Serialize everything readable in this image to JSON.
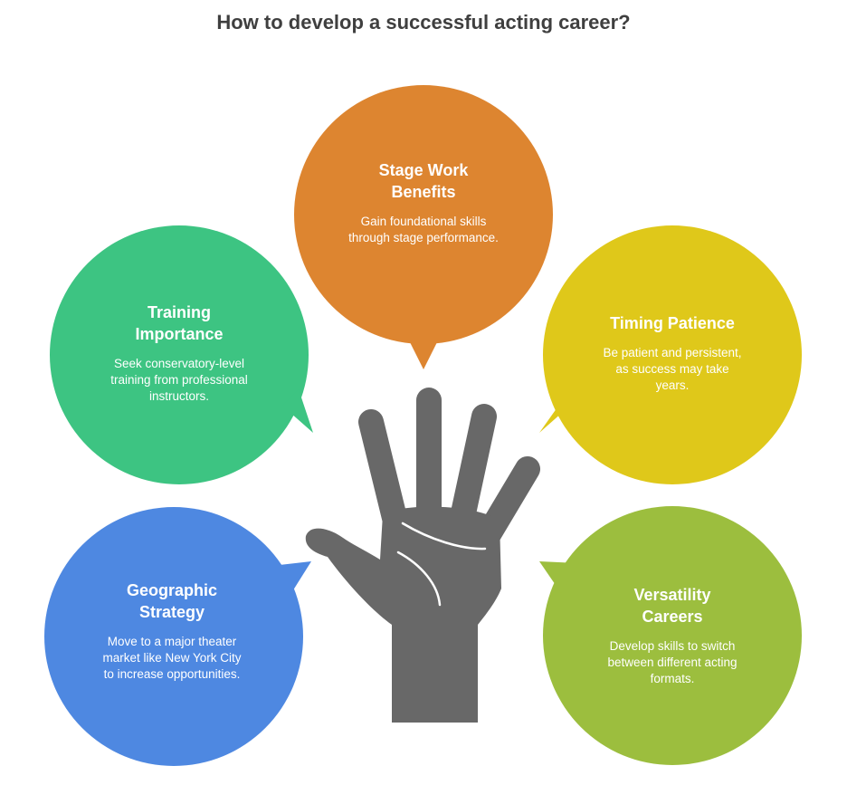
{
  "title": "How to develop a successful acting career?",
  "colors": {
    "stage": "#dd8530",
    "training": "#3dc482",
    "timing": "#dfc81a",
    "geographic": "#4e88e1",
    "versatility": "#9cbe3e",
    "hand": "#686868"
  },
  "bubbles": {
    "stage": {
      "heading": "Stage Work Benefits",
      "text": "Gain foundational skills through stage performance."
    },
    "training": {
      "heading": "Training Importance",
      "text": "Seek conservatory-level training from professional instructors."
    },
    "timing": {
      "heading": "Timing Patience",
      "text": "Be patient and persistent, as success may take years."
    },
    "geographic": {
      "heading": "Geographic Strategy",
      "text": "Move to a major theater market like New York City to increase opportunities."
    },
    "versatility": {
      "heading": "Versatility Careers",
      "text": "Develop skills to switch between different acting formats."
    }
  },
  "center_icon": "raised-hand-icon"
}
